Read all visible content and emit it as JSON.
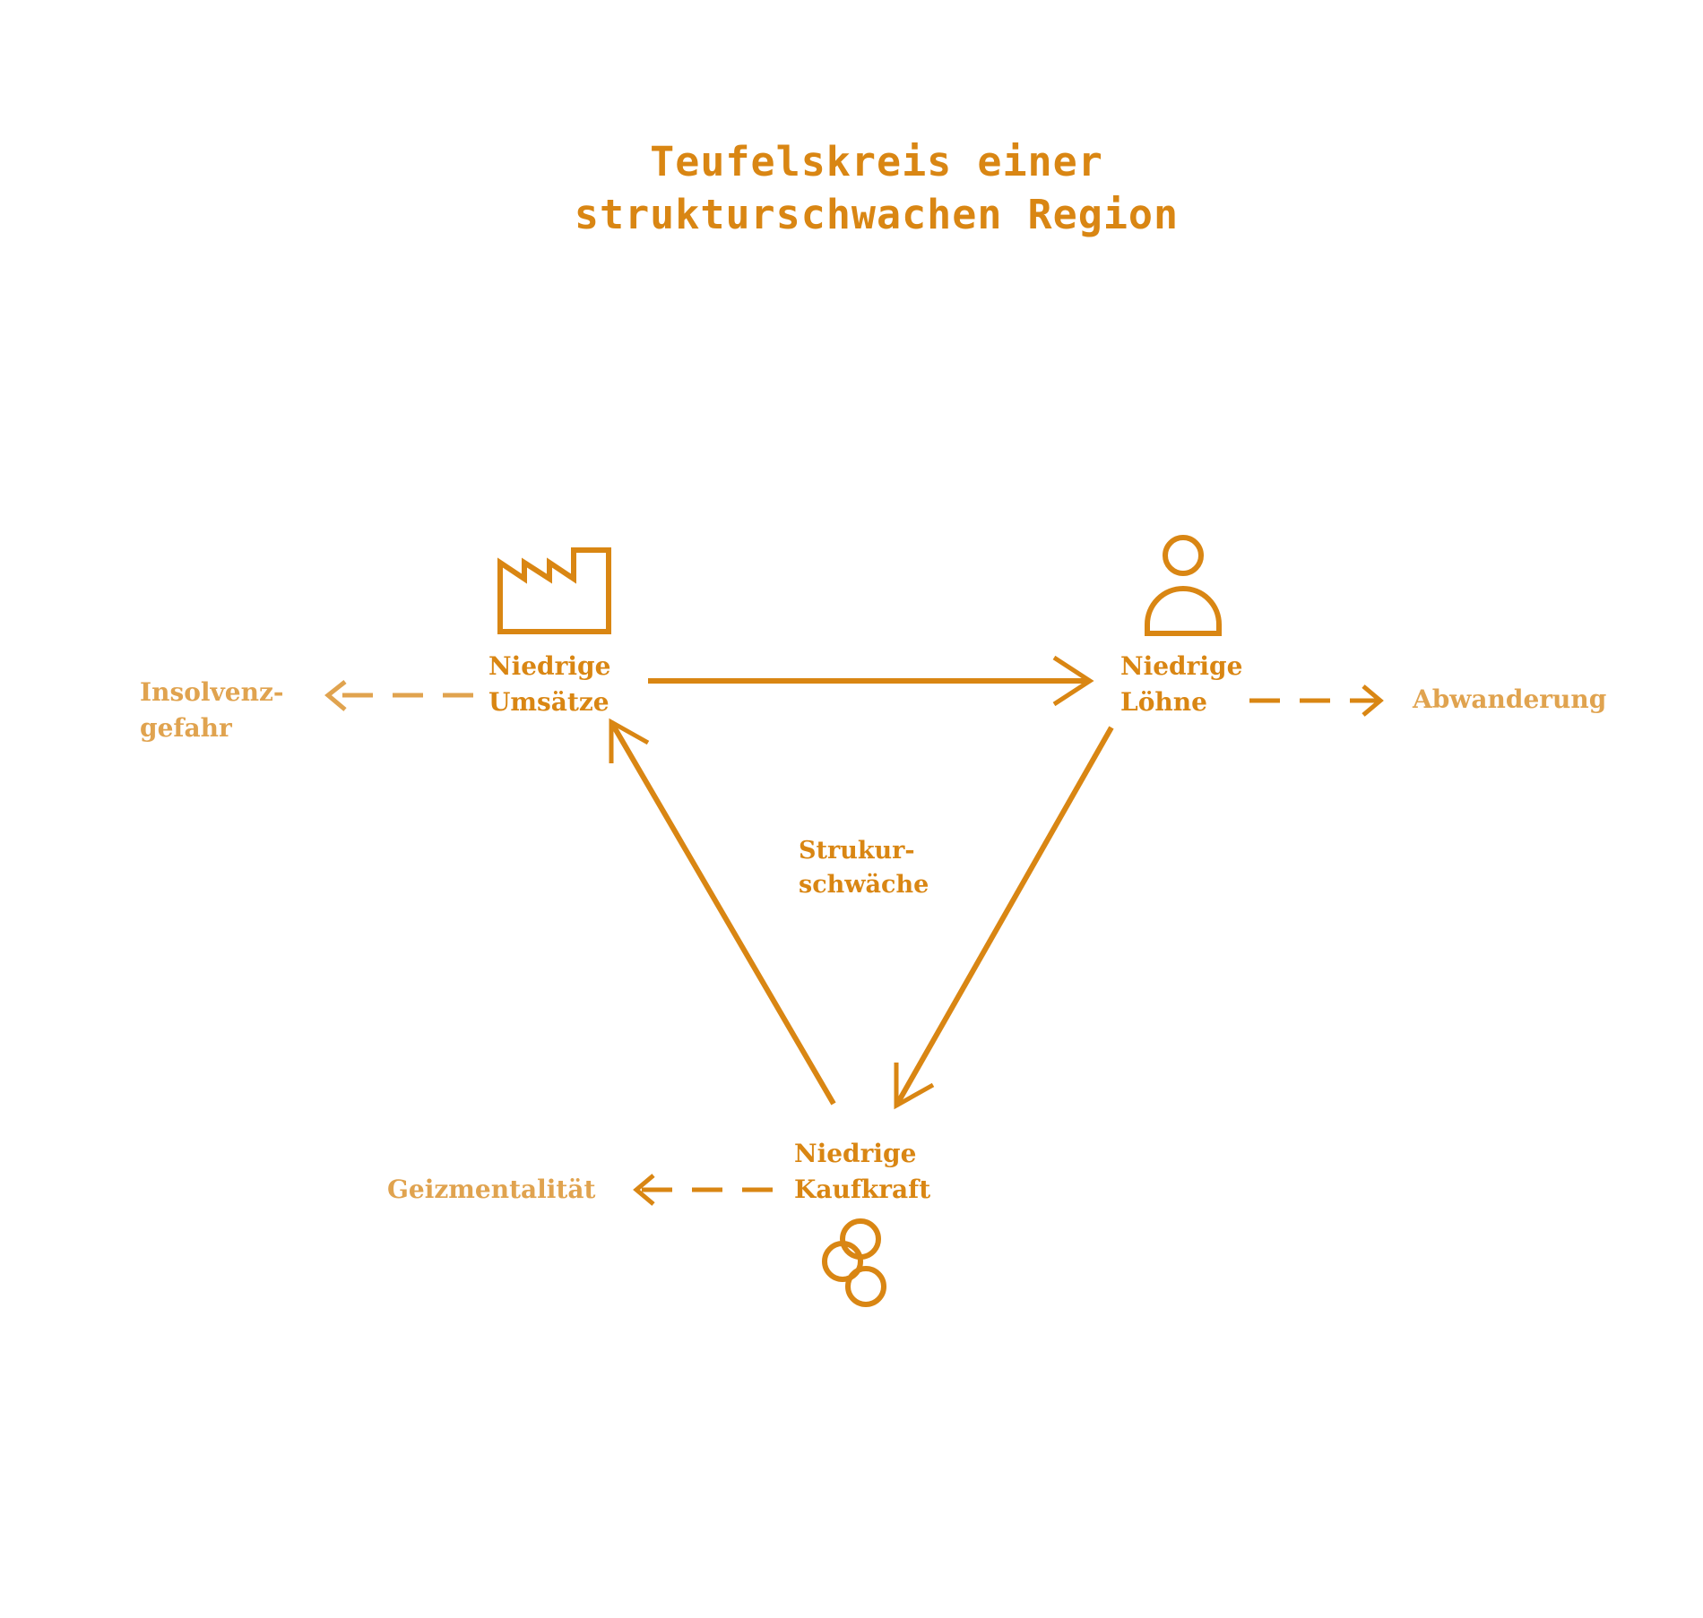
{
  "title": {
    "line1": "Teufelskreis einer",
    "line2": "strukturschwachen Region"
  },
  "nodes": {
    "umsaetze": {
      "line1": "Niedrige",
      "line2": "Umsätze",
      "icon": "factory-icon"
    },
    "loehne": {
      "line1": "Niedrige",
      "line2": "Löhne",
      "icon": "person-icon"
    },
    "kaufkraft": {
      "line1": "Niedrige",
      "line2": "Kaufkraft",
      "icon": "coins-icon"
    }
  },
  "center": {
    "line1": "Strukur-",
    "line2": "schwäche"
  },
  "effects": {
    "insolvenz": {
      "line1": "Insolvenz-",
      "line2": "gefahr"
    },
    "abwanderung": {
      "line1": "Abwanderung"
    },
    "geiz": {
      "line1": "Geizmentalität"
    }
  },
  "colors": {
    "primary": "#D98613",
    "secondary": "#E0A34F"
  }
}
